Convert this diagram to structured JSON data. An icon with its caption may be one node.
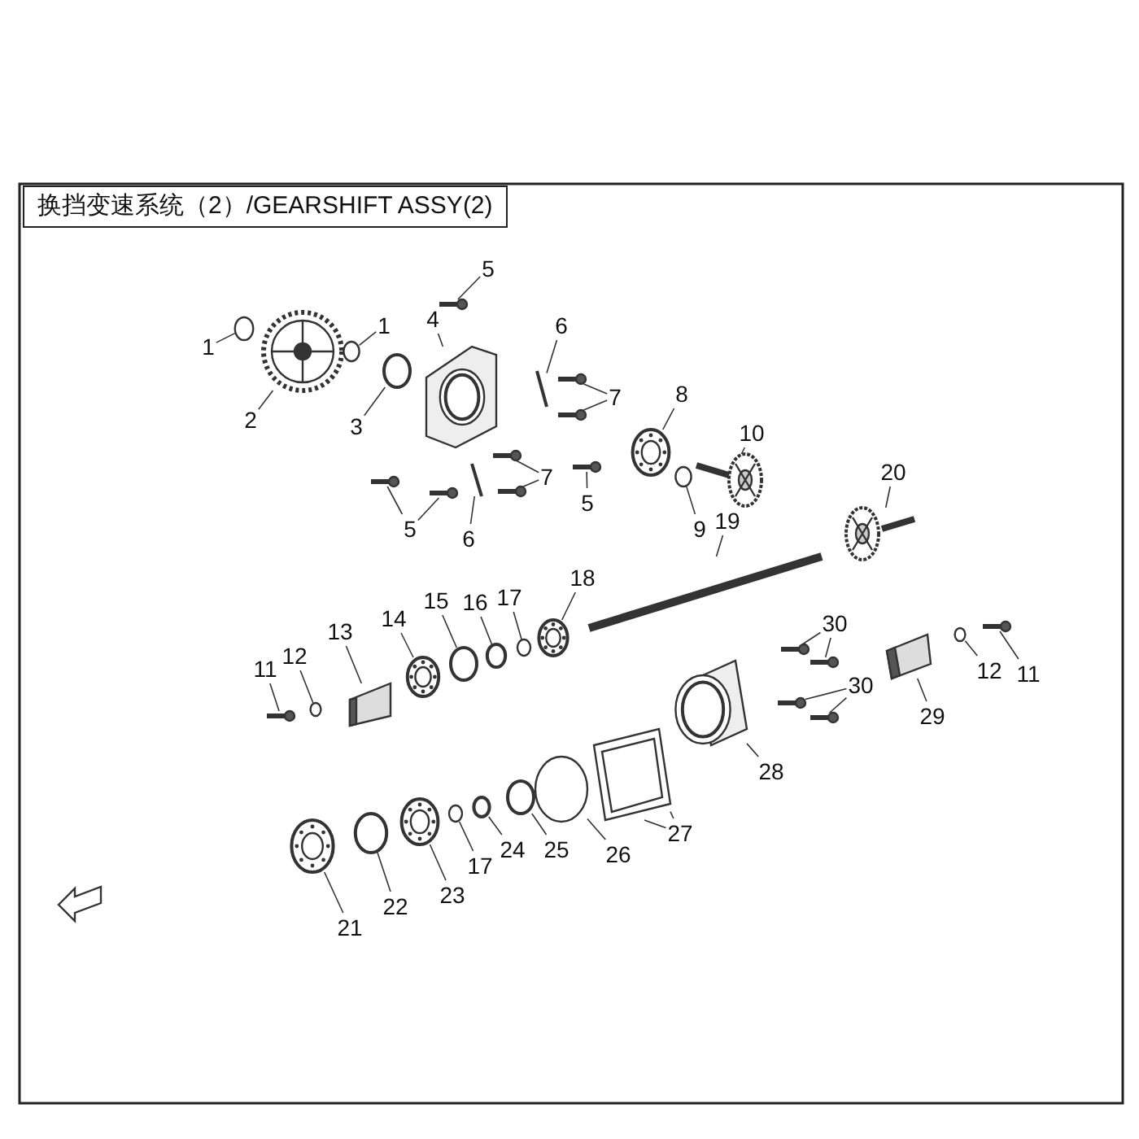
{
  "diagram": {
    "title": "换挡变速系统（2）/GEARSHIFT ASSY(2)",
    "nodes": [
      {
        "text": [
          "5"
        ]
      },
      {
        "text": [
          "1"
        ]
      },
      {
        "text": [
          "1"
        ]
      },
      {
        "text": [
          "4"
        ]
      },
      {
        "text": [
          "6"
        ]
      },
      {
        "text": [
          "7"
        ]
      },
      {
        "text": [
          "2"
        ]
      },
      {
        "text": [
          "3"
        ]
      },
      {
        "text": [
          "8"
        ]
      },
      {
        "text": [
          "10"
        ]
      },
      {
        "text": [
          "7"
        ]
      },
      {
        "text": [
          "20"
        ]
      },
      {
        "text": [
          "5"
        ]
      },
      {
        "text": [
          "9"
        ]
      },
      {
        "text": [
          "5"
        ]
      },
      {
        "text": [
          "6"
        ]
      },
      {
        "text": [
          "19"
        ]
      },
      {
        "text": [
          "18"
        ]
      },
      {
        "text": [
          "13"
        ]
      },
      {
        "text": [
          "14"
        ]
      },
      {
        "text": [
          "15"
        ]
      },
      {
        "text": [
          "16"
        ]
      },
      {
        "text": [
          "17"
        ]
      },
      {
        "text": [
          "11"
        ]
      },
      {
        "text": [
          "12"
        ]
      },
      {
        "text": [
          "30"
        ]
      },
      {
        "text": [
          "30"
        ]
      },
      {
        "text": [
          "12"
        ]
      },
      {
        "text": [
          "11"
        ]
      },
      {
        "text": [
          "29"
        ]
      },
      {
        "text": [
          "28"
        ]
      },
      {
        "text": [
          "27"
        ]
      },
      {
        "text": [
          "26"
        ]
      },
      {
        "text": [
          "25"
        ]
      },
      {
        "text": [
          "24"
        ]
      },
      {
        "text": [
          "17"
        ]
      },
      {
        "text": [
          "23"
        ]
      },
      {
        "text": [
          "22"
        ]
      },
      {
        "text": [
          "21"
        ]
      },
      {
        "text": [],
        "shape": "picture"
      },
      {
        "text": [],
        "shape": "circle"
      },
      {
        "text": [],
        "shape": "circle"
      },
      {
        "text": [],
        "shape": "picture"
      },
      {
        "text": [],
        "shape": "picture"
      },
      {
        "text": [],
        "shape": "picture"
      },
      {
        "text": [],
        "shape": "picture"
      },
      {
        "text": [],
        "shape": "picture"
      },
      {
        "text": [],
        "shape": "circle"
      },
      {
        "text": [],
        "shape": "picture"
      },
      {
        "text": [],
        "shape": "picture"
      },
      {
        "text": [],
        "shape": "picture"
      },
      {
        "text": [],
        "shape": "picture"
      },
      {
        "text": [],
        "shape": "picture"
      },
      {
        "text": [],
        "shape": "picture"
      },
      {
        "text": [],
        "shape": "circle"
      },
      {
        "text": [],
        "shape": "picture"
      },
      {
        "text": [],
        "shape": "picture"
      },
      {
        "text": [],
        "shape": "picture"
      },
      {
        "text": [],
        "shape": "picture"
      },
      {
        "text": [],
        "shape": "picture"
      },
      {
        "text": [],
        "shape": "picture"
      },
      {
        "text": [],
        "shape": "picture"
      },
      {
        "text": [],
        "shape": "circle"
      },
      {
        "text": [],
        "shape": "circle"
      },
      {
        "text": [],
        "shape": "circle"
      },
      {
        "text": [],
        "shape": "picture"
      },
      {
        "text": [],
        "shape": "circle"
      },
      {
        "text": [],
        "shape": "picture"
      },
      {
        "text": [],
        "shape": "picture"
      },
      {
        "text": [],
        "shape": "picture"
      },
      {
        "text": [],
        "shape": "picture"
      },
      {
        "text": [],
        "shape": "circle"
      },
      {
        "text": [],
        "shape": "picture"
      },
      {
        "text": [],
        "shape": "picture"
      },
      {
        "text": [],
        "shape": "picture"
      },
      {
        "text": [],
        "shape": "picture"
      },
      {
        "text": [],
        "shape": "circle"
      },
      {
        "text": [],
        "shape": "circle"
      },
      {
        "text": [],
        "shape": "circle"
      },
      {
        "text": [],
        "shape": "circle"
      },
      {
        "text": [],
        "shape": "picture"
      },
      {
        "text": [],
        "shape": "circle"
      },
      {
        "text": [],
        "shape": "picture"
      }
    ],
    "edges": [
      {
        "from": 0,
        "to": 39,
        "arrow": "none"
      },
      {
        "from": 1,
        "to": 40,
        "arrow": "none"
      },
      {
        "from": 2,
        "to": 41,
        "arrow": "none"
      },
      {
        "from": 3,
        "to": 42,
        "arrow": "none"
      },
      {
        "from": 4,
        "to": 43,
        "arrow": "none"
      },
      {
        "from": 5,
        "to": 44,
        "arrow": "none"
      },
      {
        "from": 5,
        "to": 45,
        "arrow": "none"
      },
      {
        "from": 6,
        "to": 46,
        "arrow": "none"
      },
      {
        "from": 7,
        "to": 47,
        "arrow": "none"
      },
      {
        "from": 8,
        "to": 48,
        "arrow": "none"
      },
      {
        "from": 9,
        "to": 49,
        "arrow": "none"
      },
      {
        "from": 10,
        "to": 50,
        "arrow": "none"
      },
      {
        "from": 10,
        "to": 51,
        "arrow": "none"
      },
      {
        "from": 11,
        "to": 52,
        "arrow": "none"
      },
      {
        "from": 12,
        "to": 53,
        "arrow": "none"
      },
      {
        "from": 13,
        "to": 54,
        "arrow": "none"
      },
      {
        "from": 14,
        "to": 55,
        "arrow": "none"
      },
      {
        "from": 14,
        "to": 56,
        "arrow": "none"
      },
      {
        "from": 15,
        "to": 57,
        "arrow": "none"
      },
      {
        "from": 16,
        "to": 58,
        "arrow": "none"
      },
      {
        "from": 17,
        "to": 59,
        "arrow": "none"
      },
      {
        "from": 18,
        "to": 60,
        "arrow": "none"
      },
      {
        "from": 19,
        "to": 61,
        "arrow": "none"
      },
      {
        "from": 20,
        "to": 62,
        "arrow": "none"
      },
      {
        "from": 21,
        "to": 63,
        "arrow": "none"
      },
      {
        "from": 22,
        "to": 64,
        "arrow": "none"
      },
      {
        "from": 23,
        "to": 65,
        "arrow": "none"
      },
      {
        "from": 24,
        "to": 66,
        "arrow": "none"
      },
      {
        "from": 25,
        "to": 67,
        "arrow": "none"
      },
      {
        "from": 25,
        "to": 68,
        "arrow": "none"
      },
      {
        "from": 26,
        "to": 69,
        "arrow": "none"
      },
      {
        "from": 26,
        "to": 70,
        "arrow": "none"
      },
      {
        "from": 27,
        "to": 71,
        "arrow": "none"
      },
      {
        "from": 28,
        "to": 72,
        "arrow": "none"
      },
      {
        "from": 29,
        "to": 73,
        "arrow": "none"
      },
      {
        "from": 30,
        "to": 74,
        "arrow": "none"
      },
      {
        "from": 31,
        "to": 75,
        "arrow": "none"
      },
      {
        "from": 31,
        "to": 75,
        "arrow": "none"
      },
      {
        "from": 32,
        "to": 76,
        "arrow": "none"
      },
      {
        "from": 33,
        "to": 77,
        "arrow": "none"
      },
      {
        "from": 34,
        "to": 78,
        "arrow": "none"
      },
      {
        "from": 35,
        "to": 79,
        "arrow": "none"
      },
      {
        "from": 36,
        "to": 80,
        "arrow": "none"
      },
      {
        "from": 37,
        "to": 81,
        "arrow": "none"
      },
      {
        "from": 38,
        "to": 82,
        "arrow": "none"
      }
    ]
  }
}
